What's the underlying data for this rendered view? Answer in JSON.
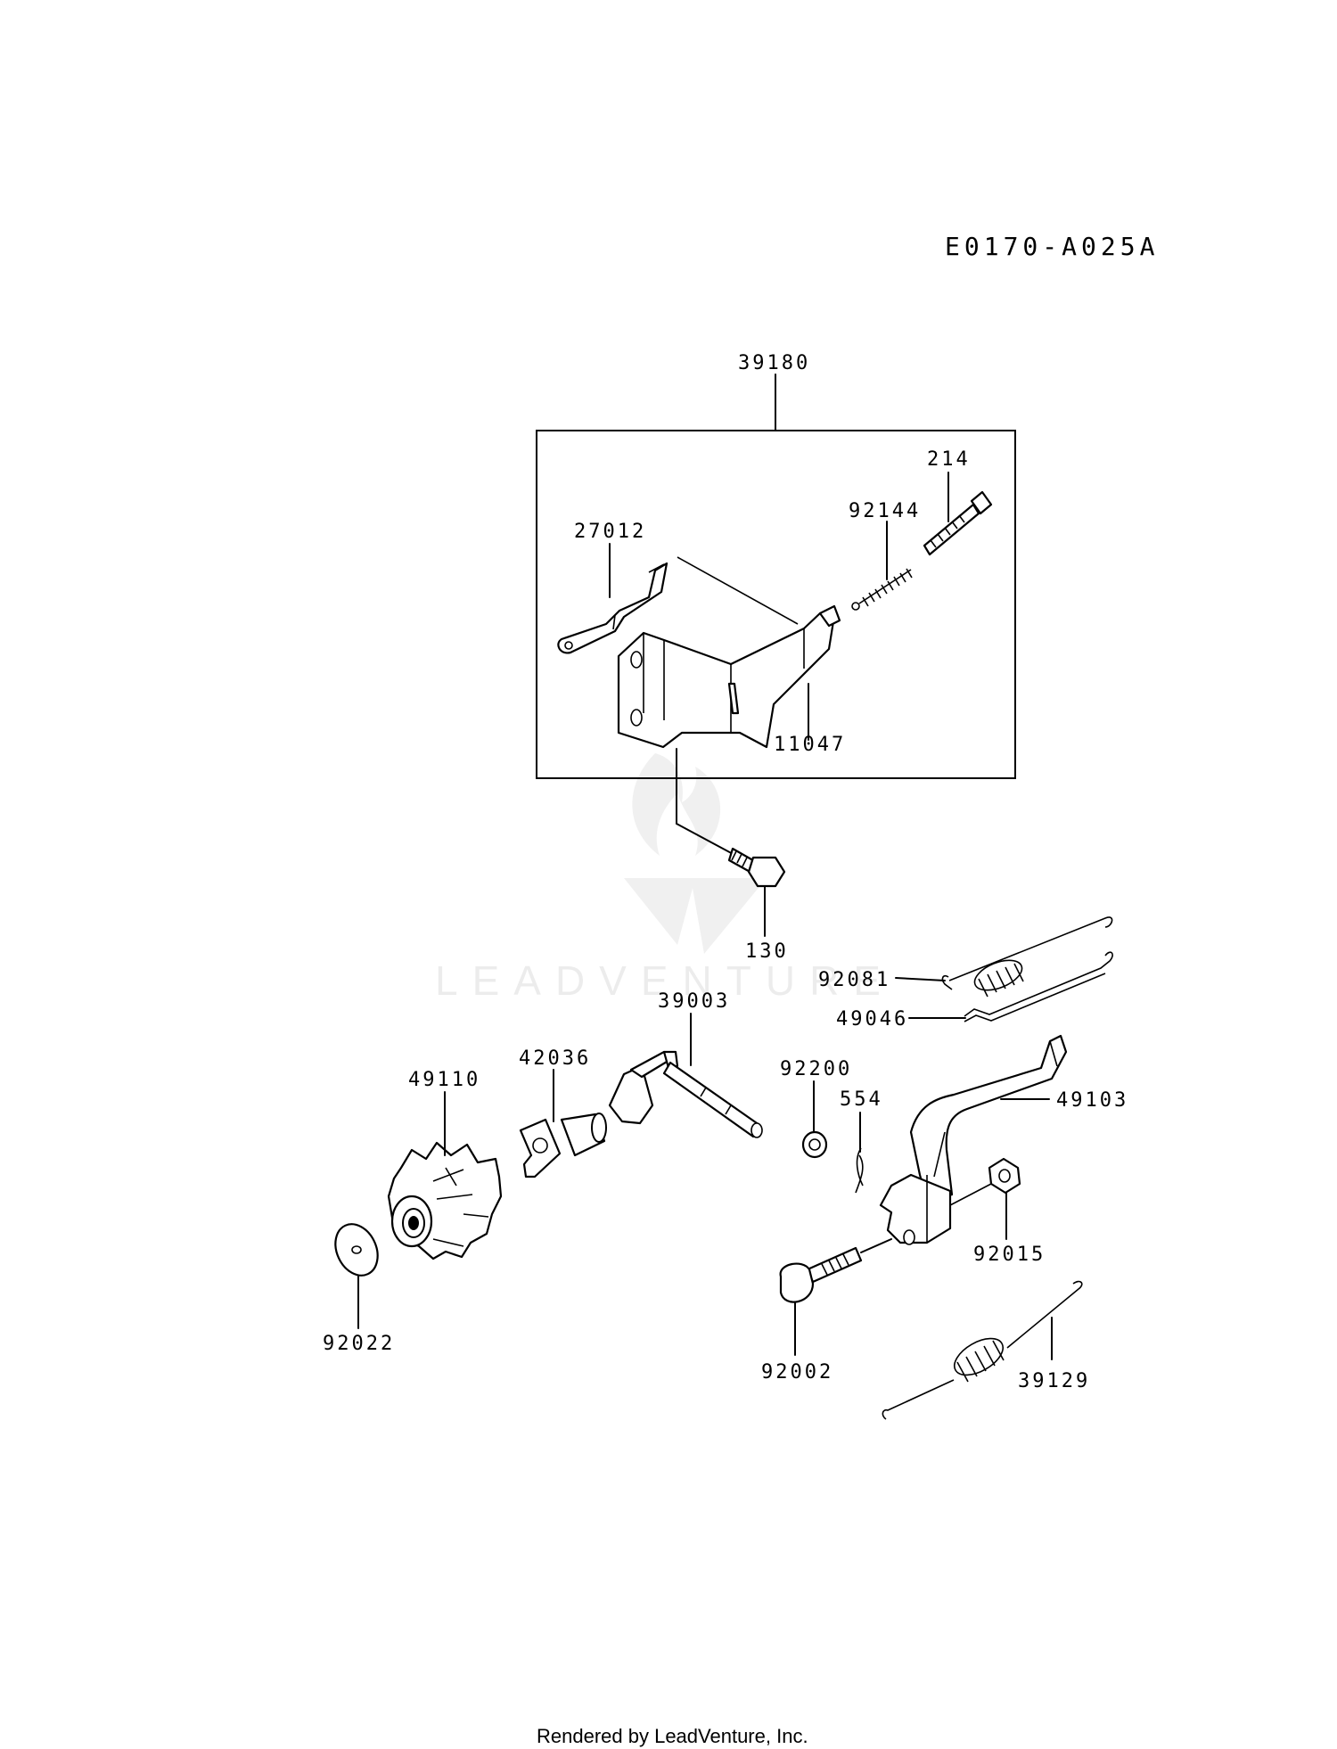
{
  "diagram": {
    "code": "E0170-A025A",
    "watermark": "LEADVENTURE",
    "footer": "Rendered by LeadVenture, Inc.",
    "labels": {
      "p39180": "39180",
      "p214": "214",
      "p92144": "92144",
      "p27012": "27012",
      "p11047": "11047",
      "p130": "130",
      "p92081": "92081",
      "p49046": "49046",
      "p39003": "39003",
      "p42036": "42036",
      "p49110": "49110",
      "p92200": "92200",
      "p554": "554",
      "p49103": "49103",
      "p92015": "92015",
      "p92022": "92022",
      "p92002": "92002",
      "p39129": "39129"
    }
  }
}
